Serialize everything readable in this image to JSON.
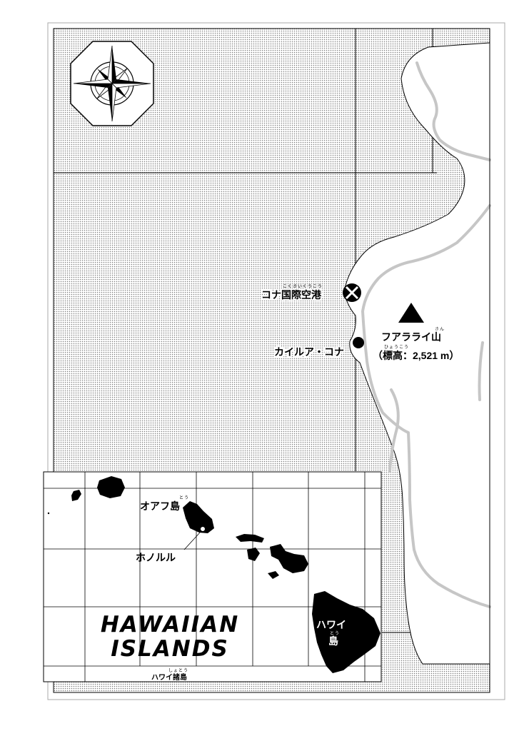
{
  "map": {
    "places": {
      "kona_airport": {
        "name": "コナ国際空港",
        "ruby": "こくさいくうこう"
      },
      "kailua_kona": {
        "name": "カイルア・コナ"
      },
      "hualalai": {
        "name": "フアラライ山",
        "ruby": "さん",
        "elevation": "（標高：2,521 m）",
        "elevation_ruby": "ひょうこう"
      }
    },
    "inset": {
      "title_line1": "HAWAIIAN",
      "title_line2": "ISLANDS",
      "caption": "ハワイ諸島",
      "caption_ruby": "しょとう",
      "oahu": {
        "name": "オアフ島",
        "ruby": "とう"
      },
      "honolulu": {
        "name": "ホノルル"
      },
      "big_island_line1": "ハワイ",
      "big_island_ruby": "とう",
      "big_island_line2": "島"
    },
    "colors": {
      "sea_dot": "#9a9a9a",
      "land": "#ffffff",
      "road": "#c8c8c8",
      "ink": "#000000"
    }
  }
}
